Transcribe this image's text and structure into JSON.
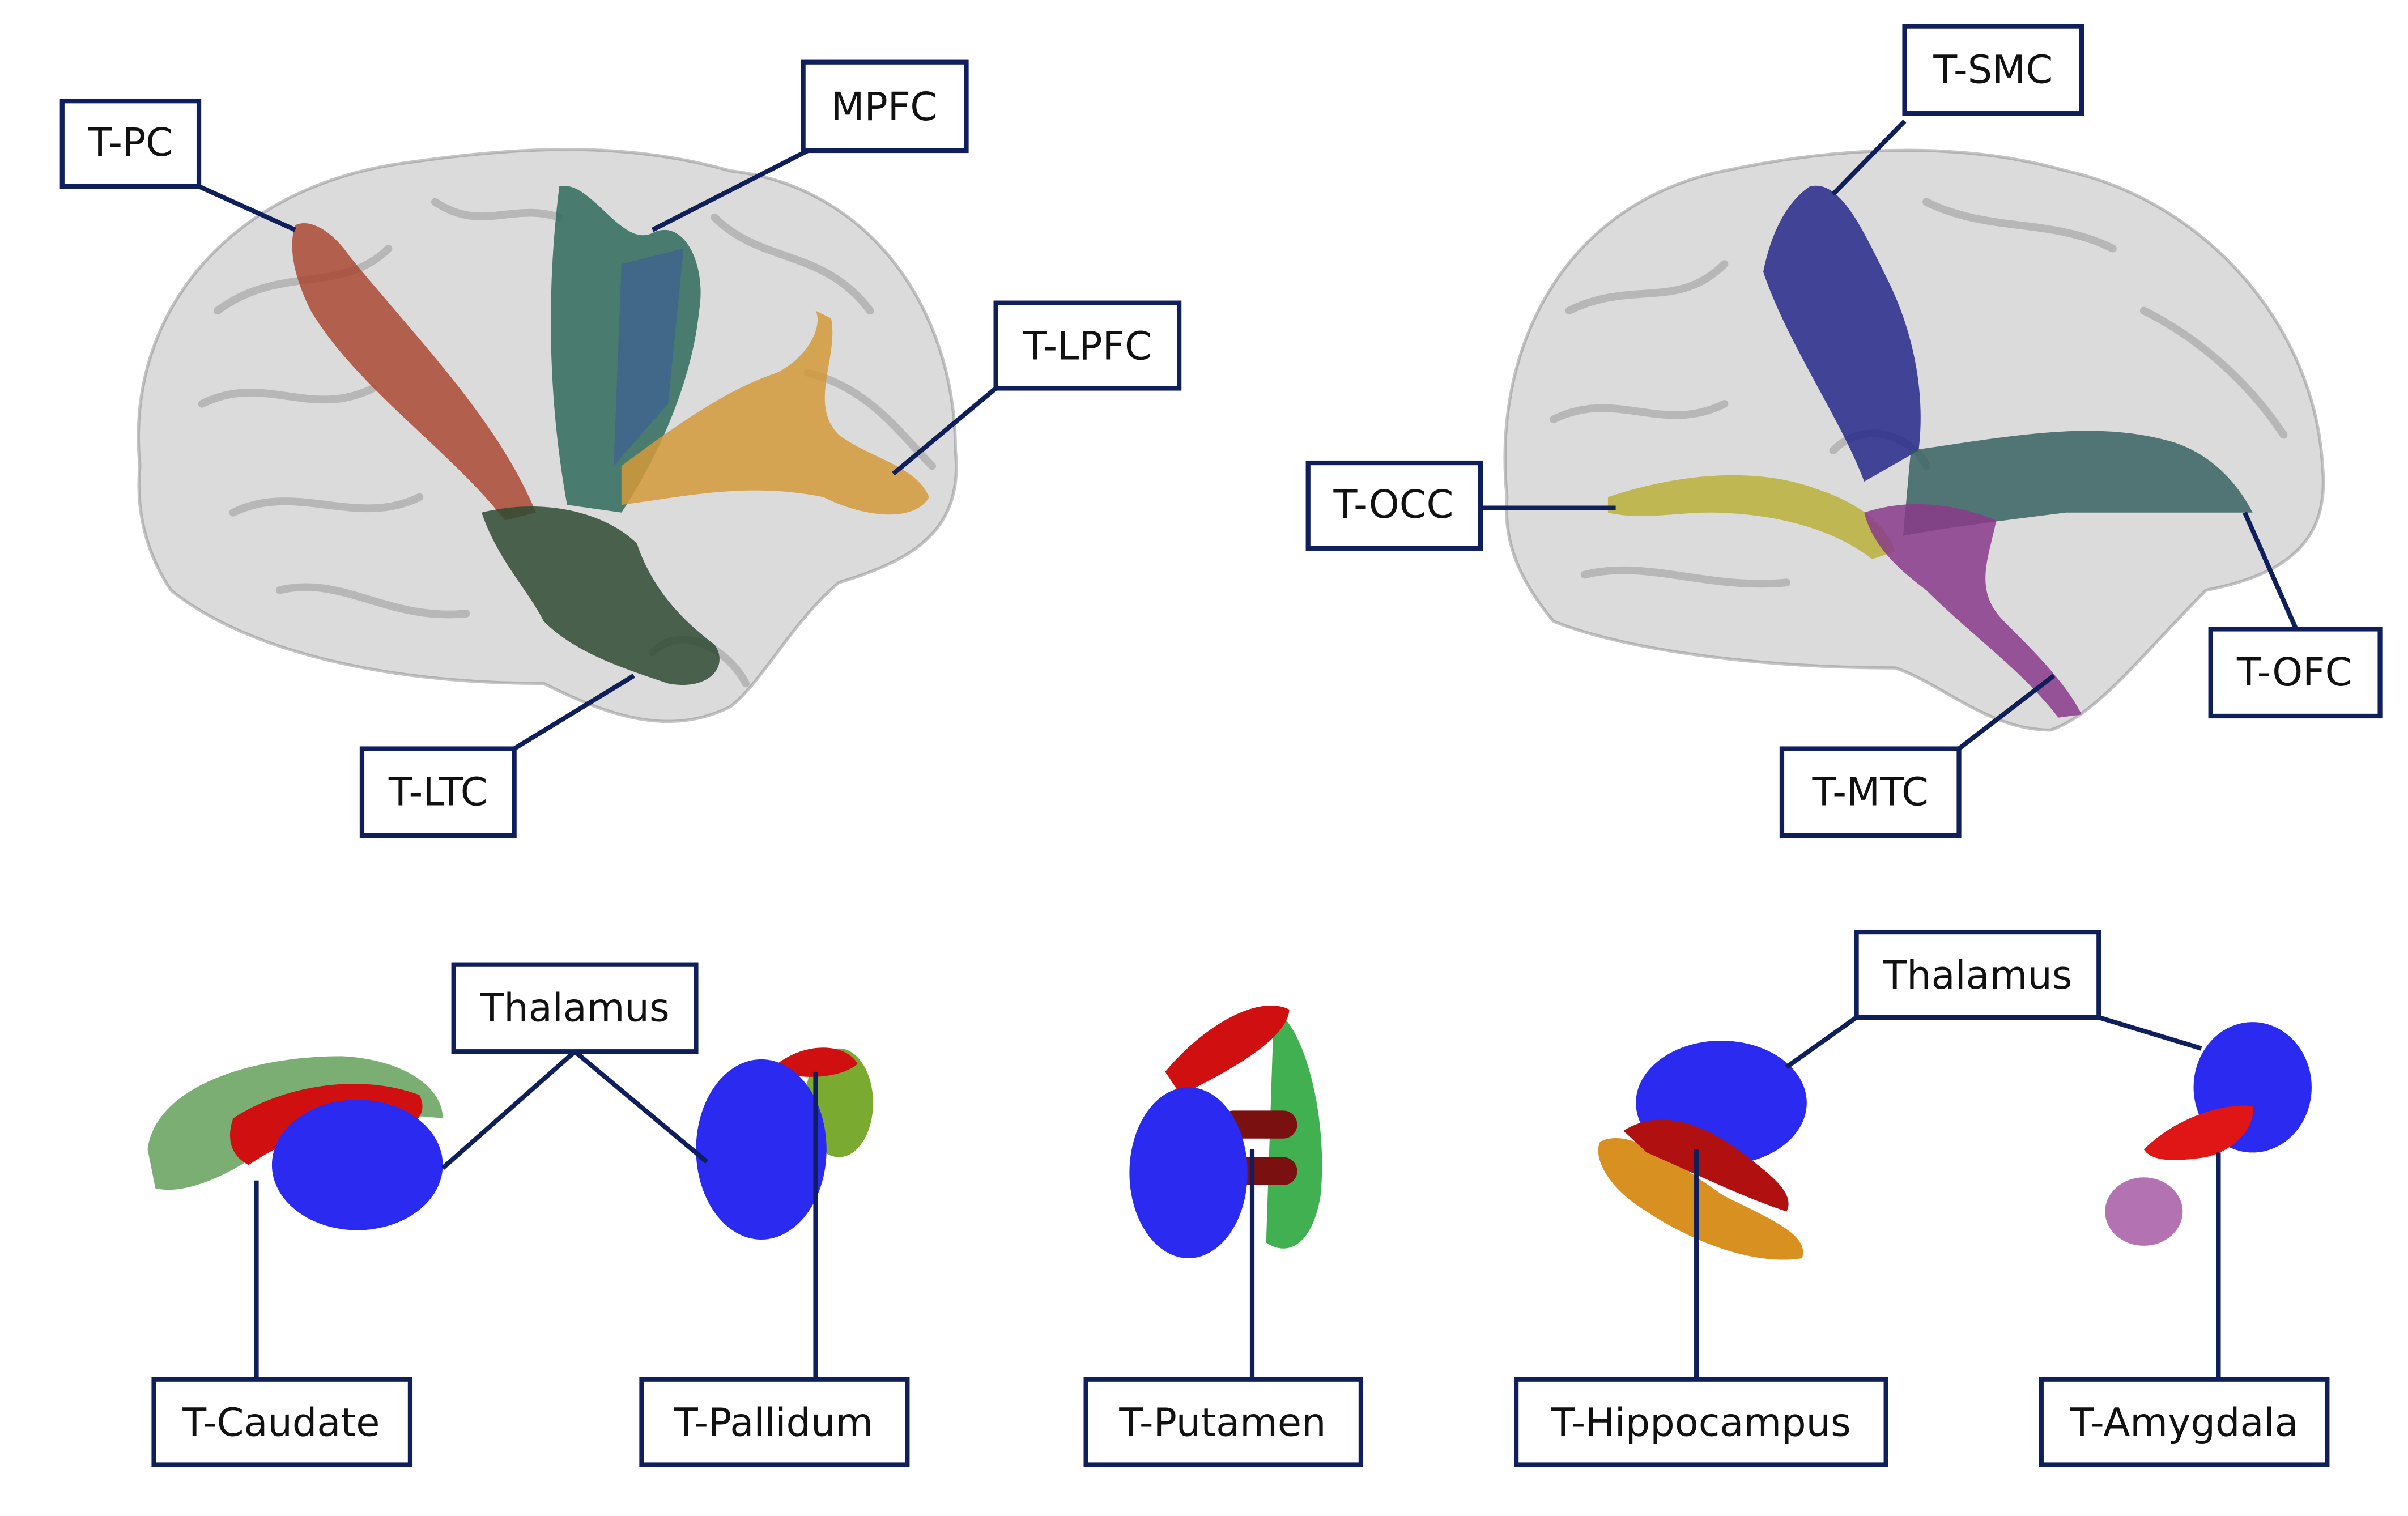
{
  "top_left_labels": {
    "t_pc": "T-PC",
    "mpfc": "MPFC",
    "t_lpfc": "T-LPFC",
    "t_ltc": "T-LTC"
  },
  "top_right_labels": {
    "t_smc": "T-SMC",
    "t_occ": "T-OCC",
    "t_ofc": "T-OFC",
    "t_mtc": "T-MTC"
  },
  "bottom_left_labels": {
    "thalamus": "Thalamus",
    "t_caudate": "T-Caudate",
    "t_pallidum": "T-Pallidum"
  },
  "bottom_center_labels": {
    "t_putamen": "T-Putamen"
  },
  "bottom_right_labels": {
    "thalamus": "Thalamus",
    "t_hippocampus": "T-Hippocampus",
    "t_amygdala": "T-Amygdala"
  },
  "colors": {
    "border": "#0f1f5c",
    "thalamus": "#2a2af0",
    "pc": "#a8402a",
    "mpfc": "#2f6a5a",
    "lpfc": "#d49a3a",
    "ltc": "#2e4a32",
    "smc": "#26288a",
    "occ": "#b8b03a",
    "ofc": "#2e5a5a",
    "mtc": "#8a3a8a"
  }
}
